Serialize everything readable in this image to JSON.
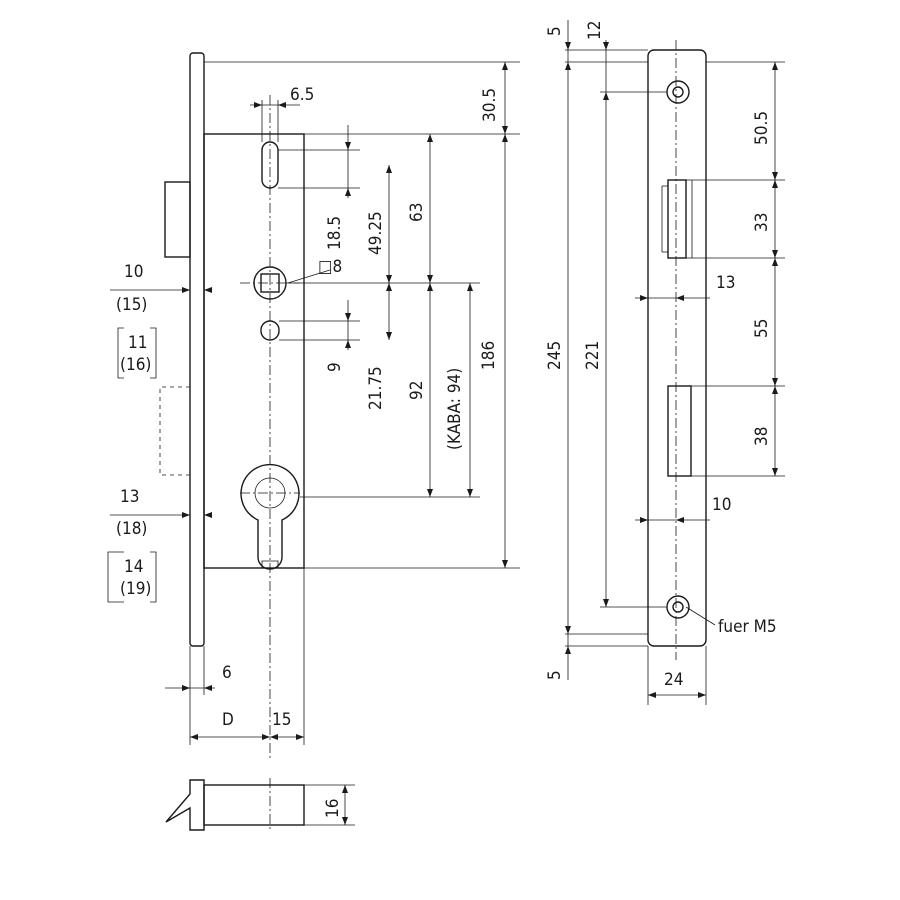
{
  "labels": {
    "w_6_5": "6.5",
    "h_30_5": "30.5",
    "h_18_5": "18.5",
    "h_49_25": "49.25",
    "h_63": "63",
    "sq_8": "□8",
    "b_10": "10",
    "b_15p": "(15)",
    "b_11": "11",
    "b_16p": "(16)",
    "h_9": "9",
    "h_21_75": "21.75",
    "h_92": "92",
    "kaba": "(KABA: 94)",
    "h_186": "186",
    "b_13": "13",
    "b_18p": "(18)",
    "b_14": "14",
    "b_19p": "(19)",
    "w_6": "6",
    "w_D": "D",
    "w_15": "15",
    "h_16": "16",
    "s_5_top": "5",
    "s_12": "12",
    "s_245": "245",
    "s_221": "221",
    "s_5_bot": "5",
    "s_50_5": "50.5",
    "s_33": "33",
    "s_13": "13",
    "s_55": "55",
    "s_38": "38",
    "s_10": "10",
    "fuer_m5": "fuer M5",
    "s_24": "24"
  }
}
